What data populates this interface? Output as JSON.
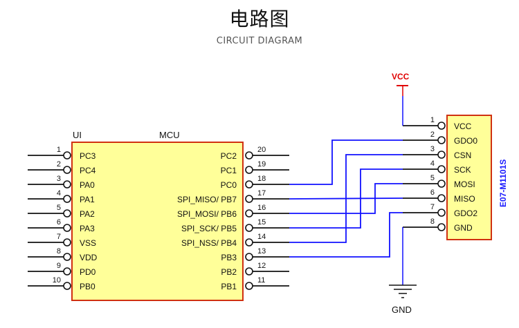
{
  "header": {
    "title": "电路图",
    "subtitle": "CIRCUIT DIAGRAM"
  },
  "colors": {
    "chip_fill": "#ffff99",
    "chip_border": "#d03010",
    "wire_blue": "#1010ff",
    "wire_black": "#111111",
    "vcc_red": "#e00000",
    "module_name_blue": "#1a1aff"
  },
  "mcu": {
    "label_left": "UI",
    "label_right": "MCU",
    "left_pins": [
      {
        "num": "1",
        "name": "PC3"
      },
      {
        "num": "2",
        "name": "PC4"
      },
      {
        "num": "3",
        "name": "PA0"
      },
      {
        "num": "4",
        "name": "PA1"
      },
      {
        "num": "5",
        "name": "PA2"
      },
      {
        "num": "6",
        "name": "PA3"
      },
      {
        "num": "7",
        "name": "VSS"
      },
      {
        "num": "8",
        "name": "VDD"
      },
      {
        "num": "9",
        "name": "PD0"
      },
      {
        "num": "10",
        "name": "PB0"
      }
    ],
    "right_pins": [
      {
        "num": "20",
        "name": "PC2"
      },
      {
        "num": "19",
        "name": "PC1"
      },
      {
        "num": "18",
        "name": "PC0"
      },
      {
        "num": "17",
        "name": "SPI_MISO/ PB7"
      },
      {
        "num": "16",
        "name": "SPI_MOSI/ PB6"
      },
      {
        "num": "15",
        "name": "SPI_SCK/ PB5"
      },
      {
        "num": "14",
        "name": "SPI_NSS/ PB4"
      },
      {
        "num": "13",
        "name": "PB3"
      },
      {
        "num": "12",
        "name": "PB2"
      },
      {
        "num": "11",
        "name": "PB1"
      }
    ]
  },
  "module": {
    "name": "E07-M1101S",
    "pins": [
      {
        "num": "1",
        "name": "VCC"
      },
      {
        "num": "2",
        "name": "GDO0"
      },
      {
        "num": "3",
        "name": "CSN"
      },
      {
        "num": "4",
        "name": "SCK"
      },
      {
        "num": "5",
        "name": "MOSI"
      },
      {
        "num": "6",
        "name": "MISO"
      },
      {
        "num": "7",
        "name": "GDO2"
      },
      {
        "num": "8",
        "name": "GND"
      }
    ]
  },
  "power": {
    "vcc_label": "VCC",
    "gnd_label": "GND"
  },
  "connections": [
    {
      "from": "PC0",
      "from_pin": "18",
      "to": "GDO0",
      "to_pin": "2"
    },
    {
      "from": "PB7",
      "from_pin": "17",
      "to": "MISO",
      "to_pin": "6"
    },
    {
      "from": "PB6",
      "from_pin": "16",
      "to": "MOSI",
      "to_pin": "5"
    },
    {
      "from": "PB5",
      "from_pin": "15",
      "to": "SCK",
      "to_pin": "4"
    },
    {
      "from": "PB4",
      "from_pin": "14",
      "to": "CSN",
      "to_pin": "3"
    },
    {
      "from": "PB3",
      "from_pin": "13",
      "to": "GDO2",
      "to_pin": "7"
    },
    {
      "from": "VCC",
      "to": "VCC",
      "to_pin": "1"
    },
    {
      "from": "GND",
      "to": "GND",
      "to_pin": "8"
    }
  ]
}
